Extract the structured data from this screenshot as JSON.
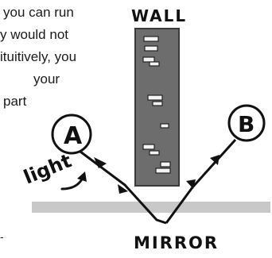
{
  "paragraph": {
    "line1": "you can run",
    "line2": "y would not",
    "line3": "ituitively, you",
    "line4": "your",
    "line5": "part",
    "line6": "-"
  },
  "diagram": {
    "wall_label": "WALL",
    "mirror_label": "MIRROR",
    "point_a_label": "A",
    "point_b_label": "B",
    "light_label": "light",
    "colors": {
      "wall": "#6d6d6d",
      "mirror": "#c8c8c8",
      "ink": "#111111",
      "brick": "#ffffff"
    }
  }
}
